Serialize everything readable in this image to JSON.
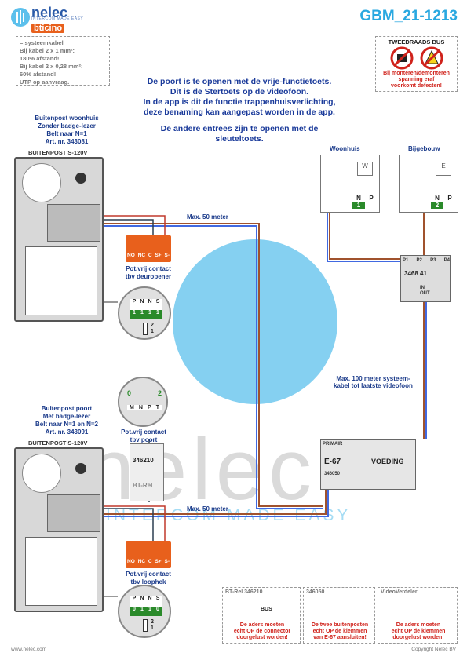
{
  "header": {
    "brand": "nelec",
    "brand_sub": "INTERCOM MADE EASY",
    "brand_partner": "bticino",
    "doc_id": "GBM_21-1213"
  },
  "infobox": {
    "line1": "= systeemkabel",
    "line2": "Bij kabel 2 x 1 mm²:",
    "line3": "180% afstand!",
    "line4": "Bij kabel 2 x 0,28 mm²:",
    "line5": "60% afstand!",
    "line6": "UTP op aanvraag."
  },
  "warning": {
    "title": "TWEEDRAADS BUS",
    "text1": "Bij monteren/demonteren",
    "text2": "spanning eraf",
    "text3": "voorkomt defecten!"
  },
  "instructions": {
    "line1": "De poort is te openen met de vrije-functietoets.",
    "line2": "Dit is de Stertoets op de videofoon.",
    "line3": "In de app is dit de functie trappenhuisverlichting,",
    "line4": "deze benaming kan aangepast worden in de app.",
    "line5": "De andere entrees zijn te openen met de",
    "line6": "sleuteltoets."
  },
  "panel_top": {
    "t1": "Buitenpost woonhuis",
    "t2": "Zonder badge-lezer",
    "t3": "Belt naar N=1",
    "t4": "Art. nr. 343081",
    "model": "BUITENPOST S-120V",
    "contact": "Pot.vrij contact",
    "contact2": "tbv deuropener",
    "pins": [
      "NO",
      "NC",
      "C",
      "S+",
      "S-"
    ],
    "cfg_headers": [
      "P",
      "N",
      "N",
      "S"
    ],
    "cfg_values": [
      "1",
      "1",
      "1",
      "1"
    ],
    "jumper": [
      "2",
      "1"
    ]
  },
  "panel_bottom": {
    "t1": "Buitenpost poort",
    "t2": "Met badge-lezer",
    "t3": "Belt naar N=1 en N=2",
    "t4": "Art. nr. 343091",
    "model": "BUITENPOST S-120V",
    "contact": "Pot.vrij contact",
    "contact2": "tbv loophek",
    "pins": [
      "NO",
      "NC",
      "C",
      "S+",
      "S-"
    ],
    "cfg_headers": [
      "P",
      "N",
      "N",
      "S"
    ],
    "cfg_values": [
      "0",
      "1",
      "1",
      "0"
    ],
    "jumper": [
      "2",
      "1"
    ]
  },
  "relay": {
    "label": "346210",
    "sub": "BT-Rel",
    "contact": "Pot.vrij contact",
    "contact2": "tbv poort",
    "zoom_vals": [
      "0",
      "2"
    ],
    "zoom_hdr": [
      "M",
      "N",
      "P",
      "T"
    ]
  },
  "wires": {
    "top": "Max. 50 meter",
    "bottom": "Max. 50 meter",
    "system1": "Max. 100 meter systeem-",
    "system2": "kabel tot laatste videofoon"
  },
  "monitors": {
    "woonhuis": "Woonhuis",
    "bijgebouw": "Bijgebouw",
    "w_n": "N",
    "w_p": "P",
    "w_nv": "1",
    "b_n": "N",
    "b_p": "P",
    "b_nv": "2",
    "w_letter": "W",
    "b_letter": "E"
  },
  "distributor": {
    "ports": [
      "P1",
      "P2",
      "P3",
      "P4"
    ],
    "code": "3468 41",
    "in": "IN",
    "out": "OUT"
  },
  "psu": {
    "model": "E-67",
    "name": "VOEDING",
    "code": "346050",
    "primair": "PRIMAIR"
  },
  "hints": [
    {
      "title": "BT-Rel 346210",
      "bus": "BUS",
      "text": [
        "De aders moeten",
        "echt OP de connector",
        "doorgelust worden!"
      ]
    },
    {
      "title": "346050",
      "text": [
        "De twee buitenposten",
        "echt OP de klemmen",
        "van E-67 aansluiten!"
      ]
    },
    {
      "title": "VideoVerdeler",
      "text": [
        "De aders moeten",
        "echt OP de klemmen",
        "doorgelust worden!"
      ]
    }
  ],
  "watermark": {
    "big": "nelec",
    "sub": "INTERCOM MADE EASY"
  },
  "footer": {
    "left": "www.nelec.com",
    "right": "Copyright Nelec BV"
  }
}
